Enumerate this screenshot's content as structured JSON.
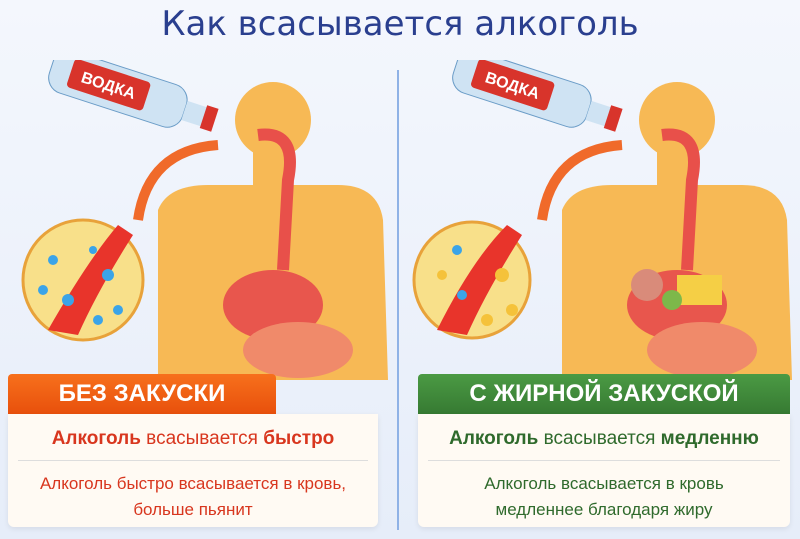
{
  "title": "Как всасывается алкоголь",
  "left": {
    "bottle_label": "ВОДКА",
    "banner": "БЕЗ ЗАКУСКИ",
    "headline_a": "Алкоголь",
    "headline_b": " всасывается ",
    "headline_c": "быстро",
    "description": "Алкоголь быстро всасывается в кровь, больше пьянит",
    "accent": "#f05a14"
  },
  "right": {
    "bottle_label": "ВОДКА",
    "banner": "С ЖИРНОЙ ЗАКУСКОЙ",
    "headline_a": "Алкоголь",
    "headline_b": " всасывается ",
    "headline_c": "медленню",
    "description": "Алкоголь всасывается в кровь медленнее благодаря жиру",
    "accent": "#3f8a3a"
  }
}
